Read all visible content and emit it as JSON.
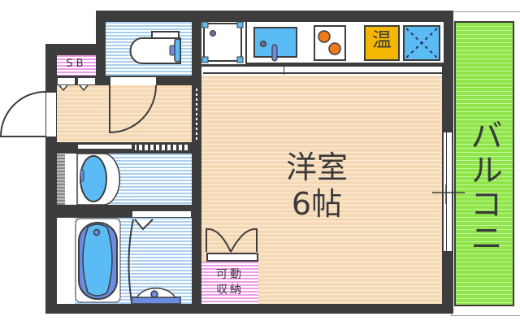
{
  "floor_plan": {
    "rooms": {
      "main_room": {
        "name": "洋室",
        "size": "6帖"
      },
      "balcony": {
        "name": "バルコニー"
      },
      "closet": {
        "line1": "可動",
        "line2": "収納"
      },
      "shoe_box": {
        "name": "SB"
      },
      "water_heater": {
        "name": "温"
      }
    },
    "colors": {
      "wall": "#3d3d3d",
      "floor_wood": "#f5d9b5",
      "wet_area": "#a9cff0",
      "storage": "#ef9be9",
      "balcony": "#8ee64a",
      "fixture_blue": "#5bbcf5",
      "burner_orange": "#f07a1a",
      "heater_yellow": "#f5b800"
    }
  }
}
